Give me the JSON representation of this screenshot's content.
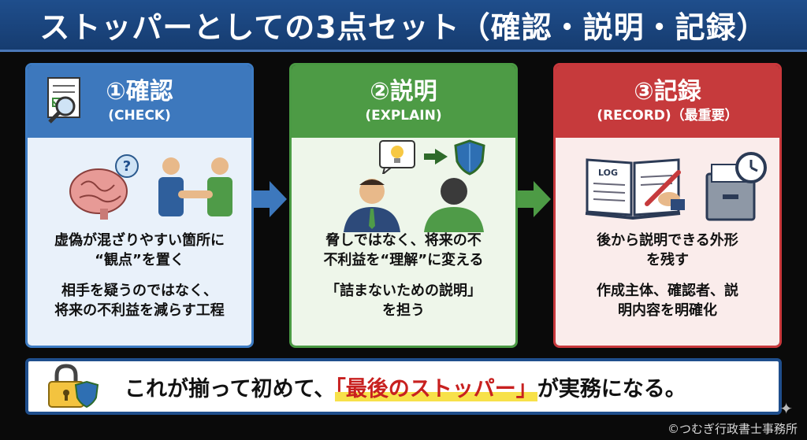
{
  "title": "ストッパーとしての3点セット（確認・説明・記録）",
  "cards": [
    {
      "title": "①確認",
      "subtitle": "(CHECK)",
      "text1": [
        "虚偽が混ざりやすい箇所に",
        "“観点”を置く"
      ],
      "text2": [
        "相手を疑うのではなく、",
        "将来の不利益を減らす工程"
      ],
      "color": "#3d78bd",
      "icons": [
        "document-search-icon",
        "brain-question-icon",
        "handshake-icon"
      ]
    },
    {
      "title": "②説明",
      "subtitle": "(EXPLAIN)",
      "text1": [
        "脅しではなく、将来の不",
        "不利益を“理解”に変える"
      ],
      "text2": [
        "「詰まないための説明」",
        "を担う"
      ],
      "color": "#4d9b45",
      "icons": [
        "lightbulb-icon",
        "shield-icon",
        "two-people-icon"
      ]
    },
    {
      "title": "③記録",
      "subtitle": "(RECORD)（最重要）",
      "text1": [
        "後から説明できる外形",
        "を残す"
      ],
      "text2": [
        "作成主体、確認者、説",
        "明内容を明確化"
      ],
      "color": "#c63a3c",
      "icons": [
        "log-book-icon",
        "pen-icon",
        "file-cabinet-clock-icon"
      ]
    }
  ],
  "log_label": "LOG",
  "bottom": {
    "before": "これが揃って初めて、",
    "highlight": "「最後のストッパー」",
    "after": "が実務になる。"
  },
  "credit": "©つむぎ行政書士事務所"
}
